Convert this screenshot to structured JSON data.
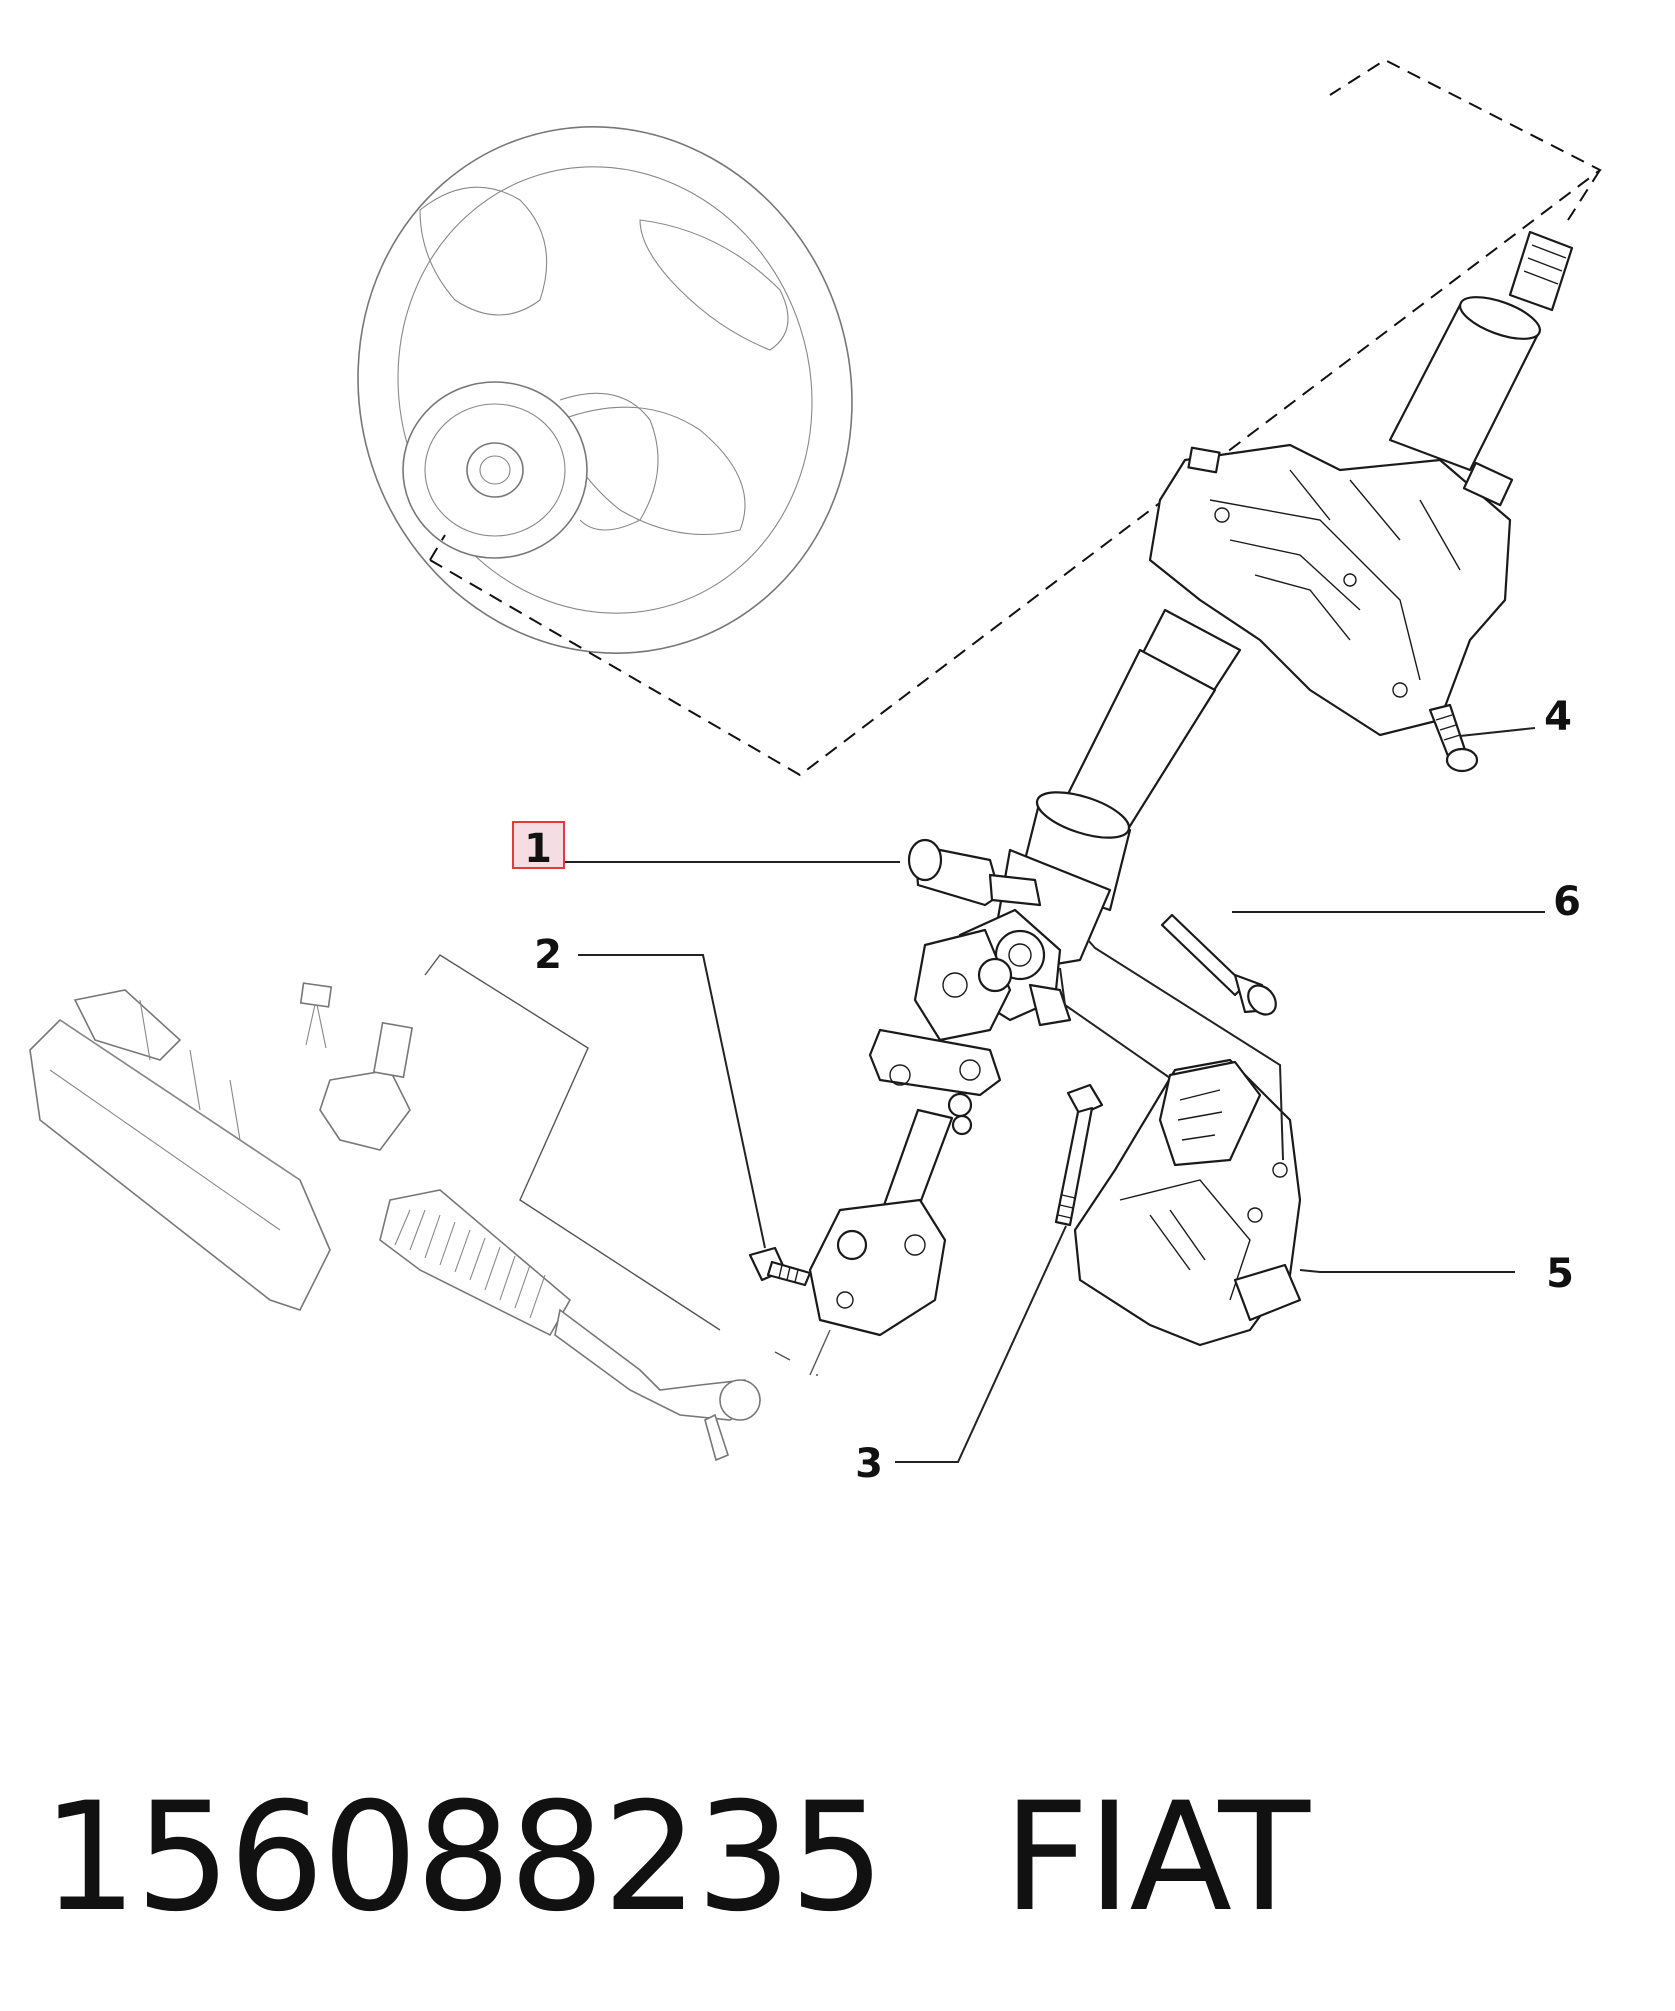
{
  "callouts": [
    {
      "id": "1",
      "label": "1",
      "highlighted": true
    },
    {
      "id": "2",
      "label": "2"
    },
    {
      "id": "3",
      "label": "3"
    },
    {
      "id": "4",
      "label": "4"
    },
    {
      "id": "5",
      "label": "5"
    },
    {
      "id": "6",
      "label": "6"
    }
  ],
  "footer": {
    "part_number": "156088235",
    "brand": "FIAT"
  },
  "colors": {
    "highlight_border": "#e23b3b",
    "highlight_fill": "#f6dde3",
    "line": "#1a1a1a"
  }
}
